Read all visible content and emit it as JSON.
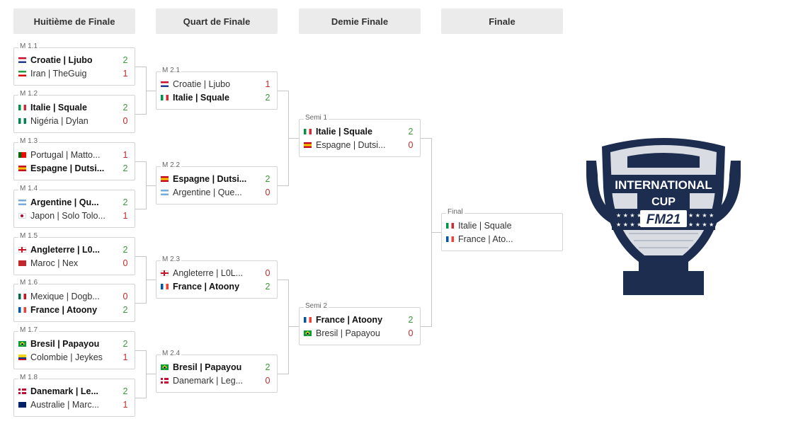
{
  "rounds": [
    "Huitième de Finale",
    "Quart de Finale",
    "Demie Finale",
    "Finale"
  ],
  "colors": {
    "win": "#3a9a3a",
    "lose": "#c62828",
    "connector": "#c7c7c7"
  },
  "r16": [
    {
      "label": "M 1.1",
      "teams": [
        {
          "flag": "croatia",
          "name": "Croatie | Ljubo",
          "score": "2",
          "winner": true
        },
        {
          "flag": "iran",
          "name": "Iran | TheGuig",
          "score": "1",
          "winner": false
        }
      ]
    },
    {
      "label": "M 1.2",
      "teams": [
        {
          "flag": "italy",
          "name": "Italie | Squale",
          "score": "2",
          "winner": true
        },
        {
          "flag": "nigeria",
          "name": "Nigéria | Dylan",
          "score": "0",
          "winner": false
        }
      ]
    },
    {
      "label": "M 1.3",
      "teams": [
        {
          "flag": "portugal",
          "name": "Portugal | Matto...",
          "score": "1",
          "winner": false
        },
        {
          "flag": "spain",
          "name": "Espagne | Dutsi...",
          "score": "2",
          "winner": true
        }
      ]
    },
    {
      "label": "M 1.4",
      "teams": [
        {
          "flag": "argentina",
          "name": "Argentine | Qu...",
          "score": "2",
          "winner": true
        },
        {
          "flag": "japan",
          "name": "Japon | Solo Tolo...",
          "score": "1",
          "winner": false
        }
      ]
    },
    {
      "label": "M 1.5",
      "teams": [
        {
          "flag": "england",
          "name": "Angleterre | L0...",
          "score": "2",
          "winner": true
        },
        {
          "flag": "morocco",
          "name": "Maroc | Nex",
          "score": "0",
          "winner": false
        }
      ]
    },
    {
      "label": "M 1.6",
      "teams": [
        {
          "flag": "mexico",
          "name": "Mexique | Dogb...",
          "score": "0",
          "winner": false
        },
        {
          "flag": "france",
          "name": "France | Atoony",
          "score": "2",
          "winner": true
        }
      ]
    },
    {
      "label": "M 1.7",
      "teams": [
        {
          "flag": "brazil",
          "name": "Bresil | Papayou",
          "score": "2",
          "winner": true
        },
        {
          "flag": "colombia",
          "name": "Colombie | Jeykes",
          "score": "1",
          "winner": false
        }
      ]
    },
    {
      "label": "M 1.8",
      "teams": [
        {
          "flag": "denmark",
          "name": "Danemark | Le...",
          "score": "2",
          "winner": true
        },
        {
          "flag": "australia",
          "name": "Australie | Marc...",
          "score": "1",
          "winner": false
        }
      ]
    }
  ],
  "qf": [
    {
      "label": "M 2.1",
      "teams": [
        {
          "flag": "croatia",
          "name": "Croatie | Ljubo",
          "score": "1",
          "winner": false
        },
        {
          "flag": "italy",
          "name": "Italie | Squale",
          "score": "2",
          "winner": true
        }
      ]
    },
    {
      "label": "M 2.2",
      "teams": [
        {
          "flag": "spain",
          "name": "Espagne | Dutsi...",
          "score": "2",
          "winner": true
        },
        {
          "flag": "argentina",
          "name": "Argentine | Que...",
          "score": "0",
          "winner": false
        }
      ]
    },
    {
      "label": "M 2.3",
      "teams": [
        {
          "flag": "england",
          "name": "Angleterre | L0L...",
          "score": "0",
          "winner": false
        },
        {
          "flag": "france",
          "name": "France | Atoony",
          "score": "2",
          "winner": true
        }
      ]
    },
    {
      "label": "M 2.4",
      "teams": [
        {
          "flag": "brazil",
          "name": "Bresil | Papayou",
          "score": "2",
          "winner": true
        },
        {
          "flag": "denmark",
          "name": "Danemark | Leg...",
          "score": "0",
          "winner": false
        }
      ]
    }
  ],
  "sf": [
    {
      "label": "Semi 1",
      "teams": [
        {
          "flag": "italy",
          "name": "Italie | Squale",
          "score": "2",
          "winner": true
        },
        {
          "flag": "spain",
          "name": "Espagne | Dutsi...",
          "score": "0",
          "winner": false
        }
      ]
    },
    {
      "label": "Semi 2",
      "teams": [
        {
          "flag": "france",
          "name": "France | Atoony",
          "score": "2",
          "winner": true
        },
        {
          "flag": "brazil",
          "name": "Bresil | Papayou",
          "score": "0",
          "winner": false
        }
      ]
    }
  ],
  "final": [
    {
      "label": "Final",
      "teams": [
        {
          "flag": "italy",
          "name": "Italie | Squale",
          "score": "",
          "winner": false
        },
        {
          "flag": "france",
          "name": "France | Ato...",
          "score": "",
          "winner": false
        }
      ]
    }
  ],
  "logo": {
    "line1": "INTERNATIONAL",
    "line2": "CUP",
    "line3": "FM21"
  }
}
